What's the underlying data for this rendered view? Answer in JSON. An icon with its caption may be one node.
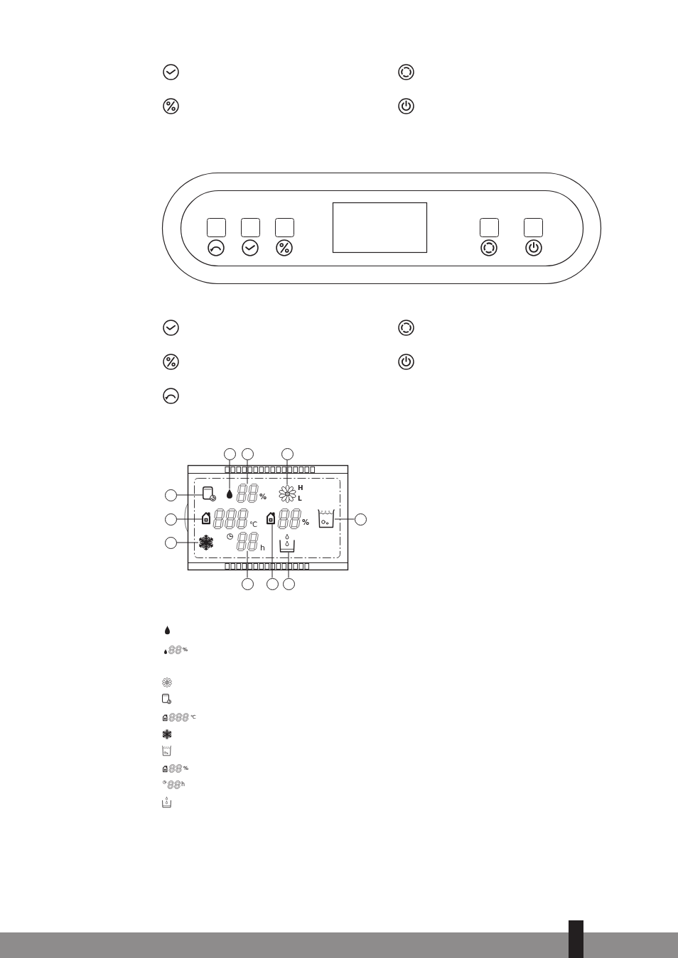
{
  "diagram": {
    "nodes": [
      {
        "text": [],
        "shape": "circle"
      },
      {
        "text": [],
        "shape": "circle"
      },
      {
        "text": [],
        "shape": "circle"
      },
      {
        "text": [],
        "shape": "circle"
      },
      {
        "text": [],
        "shape": "circle"
      },
      {
        "text": [],
        "shape": "circle"
      },
      {
        "text": [],
        "shape": "circle"
      },
      {
        "text": [],
        "shape": "circle"
      },
      {
        "text": [],
        "shape": "circle"
      },
      {
        "text": [],
        "shape": "circle"
      },
      {
        "text": [],
        "shape": "picture"
      },
      {
        "text": [],
        "shape": "picture",
        "beside": [
          "%"
        ]
      },
      {
        "text": [],
        "shape": "picture",
        "beside": [
          "H",
          "L"
        ]
      },
      {
        "text": [],
        "shape": "picture"
      },
      {
        "text": [],
        "shape": "picture"
      },
      {
        "text": [],
        "shape": "picture"
      },
      {
        "text": [],
        "shape": "picture"
      },
      {
        "text": [],
        "shape": "picture",
        "beside": [
          "h"
        ]
      },
      {
        "text": [],
        "shape": "picture"
      },
      {
        "text": [],
        "shape": "picture"
      }
    ],
    "edges": [
      {
        "from": 0,
        "to": 10,
        "arrow": "none"
      },
      {
        "from": 1,
        "to": 11,
        "arrow": "none"
      },
      {
        "from": 2,
        "to": 12,
        "arrow": "none"
      },
      {
        "from": 3,
        "to": 13,
        "arrow": "none"
      },
      {
        "from": 4,
        "to": 14,
        "arrow": "none"
      },
      {
        "from": 5,
        "to": 15,
        "arrow": "none"
      },
      {
        "from": 6,
        "to": 16,
        "arrow": "none"
      },
      {
        "from": 7,
        "to": 17,
        "arrow": "none"
      },
      {
        "from": 8,
        "to": 18,
        "arrow": "none"
      },
      {
        "from": 9,
        "to": 19,
        "arrow": "none"
      }
    ],
    "labels": [
      "℃",
      "%",
      "%",
      "℃",
      "%",
      "h"
    ]
  }
}
